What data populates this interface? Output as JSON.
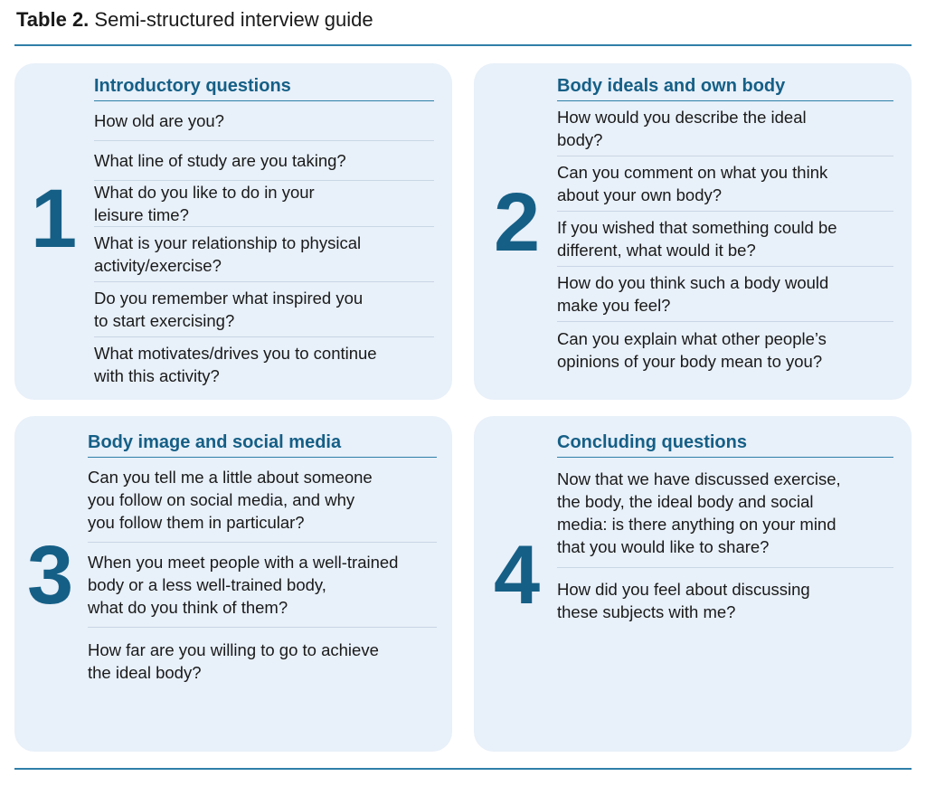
{
  "caption": {
    "label": "Table 2.",
    "title": "Semi-structured interview guide"
  },
  "sections": [
    {
      "number": "1",
      "heading": "Introductory questions",
      "questions": [
        "How old are you?",
        "What line of study are you taking?",
        "What do you like to do in your\nleisure time?",
        "What is your relationship to physical\nactivity/exercise?",
        "Do you remember what inspired you\nto start exercising?",
        "What motivates/drives you to continue\nwith this activity?"
      ]
    },
    {
      "number": "2",
      "heading": "Body ideals and own body",
      "questions": [
        "How would you describe the ideal\nbody?",
        "Can you comment on what you think\nabout your own body?",
        "If you wished that something could be\ndifferent, what would it be?",
        "How do you think such a body would\nmake you feel?",
        "Can you explain what other people’s\nopinions of your body mean to you?"
      ]
    },
    {
      "number": "3",
      "heading": "Body image and social media",
      "questions": [
        "Can you tell me a little about someone\nyou follow on social media, and why\nyou follow them in particular?",
        "When you meet people with a well-trained\nbody or a less well-trained body,\nwhat do you think of them?",
        "How far are you willing to go to achieve\nthe ideal body?"
      ]
    },
    {
      "number": "4",
      "heading": "Concluding questions",
      "questions": [
        "Now that we have discussed exercise,\nthe body, the ideal body and social\nmedia: is there anything on your mind\nthat you would like to share?",
        "How did you feel about discussing\nthese subjects with me?"
      ]
    }
  ]
}
